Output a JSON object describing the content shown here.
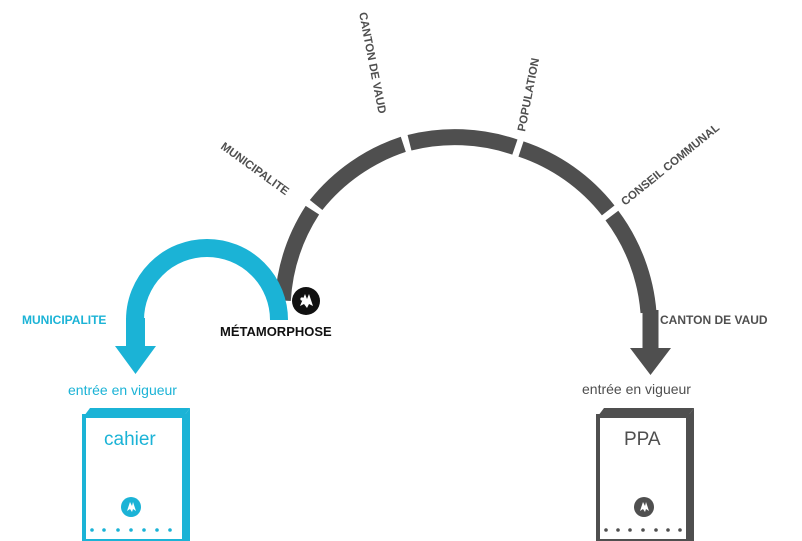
{
  "colors": {
    "gray": "#4f4f4f",
    "cyan": "#1bb3d6",
    "dark": "#111111",
    "white": "#ffffff"
  },
  "arc_stages": [
    {
      "label": "MUNICIPALITE"
    },
    {
      "label": "CANTON DE VAUD"
    },
    {
      "label": "POPULATION"
    },
    {
      "label": "CONSEIL COMMUNAL"
    }
  ],
  "center": {
    "logo_icon": "metamorphose-logo-icon",
    "label": "MÉTAMORPHOSE"
  },
  "left_branch": {
    "label": "MUNICIPALITE",
    "entry_label": "entrée en vigueur",
    "document": {
      "title": "cahier",
      "logo_icon": "metamorphose-logo-icon"
    }
  },
  "right_branch": {
    "label": "CANTON DE VAUD",
    "entry_label": "entrée en vigueur",
    "document": {
      "title": "PPA",
      "logo_icon": "metamorphose-logo-icon"
    }
  }
}
